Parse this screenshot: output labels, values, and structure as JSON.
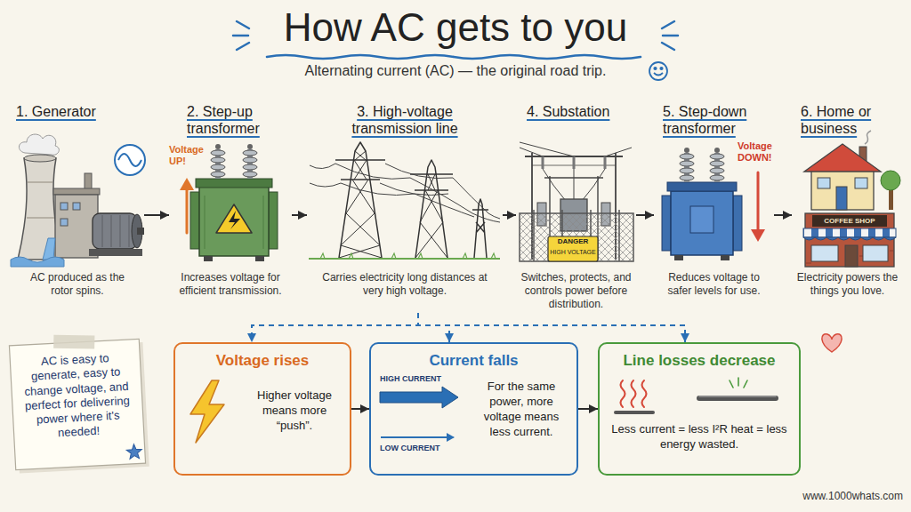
{
  "diagram": {
    "title": "How AC gets to you",
    "nodes": [
      {
        "text": [
          "1. Generator",
          "AC produced as the rotor spins."
        ]
      },
      {
        "text": [
          "2. Step-up transformer",
          "Increases voltage for efficient transmission."
        ]
      },
      {
        "text": [
          "3. High-voltage transmission line",
          "Carries electricity long distances at very high voltage."
        ]
      },
      {
        "text": [
          "4. Substation",
          "Switches, protects, and controls power before distribution."
        ]
      },
      {
        "text": [
          "5. Step-down transformer",
          "Reduces voltage to safer levels for use."
        ]
      },
      {
        "text": [
          "6. Home or business",
          "Electricity powers the things you love."
        ]
      },
      {
        "text": [
          "AC is easy to generate, easy to change voltage, and perfect for delivering power where it's needed!"
        ]
      },
      {
        "text": [
          "Voltage rises",
          "Higher voltage means more “push”."
        ]
      },
      {
        "text": [
          "Current falls",
          "HIGH CURRENT",
          "LOW CURRENT",
          "For the same power, more voltage means less current."
        ]
      },
      {
        "text": [
          "Line losses decrease",
          "Less current = less I²R heat = less energy wasted."
        ]
      }
    ],
    "edges": [
      {
        "from": 0,
        "to": 1,
        "arrow": "to"
      },
      {
        "from": 1,
        "to": 2,
        "arrow": "to"
      },
      {
        "from": 2,
        "to": 3,
        "arrow": "to"
      },
      {
        "from": 3,
        "to": 4,
        "arrow": "to"
      },
      {
        "from": 4,
        "to": 5,
        "arrow": "to"
      },
      {
        "from": 2,
        "to": 7,
        "arrow": "to"
      },
      {
        "from": 2,
        "to": 8,
        "arrow": "to"
      },
      {
        "from": 2,
        "to": 9,
        "arrow": "to"
      },
      {
        "from": 7,
        "to": 8,
        "arrow": "to"
      },
      {
        "from": 8,
        "to": 9,
        "arrow": "to"
      }
    ],
    "labels": [
      "Alternating current (AC) — the original road trip.",
      "Voltage UP!",
      "DANGER",
      "HIGH VOLTAGE",
      "Voltage DOWN!",
      "COFFEE SHOP",
      "www.1000whats.com"
    ]
  }
}
